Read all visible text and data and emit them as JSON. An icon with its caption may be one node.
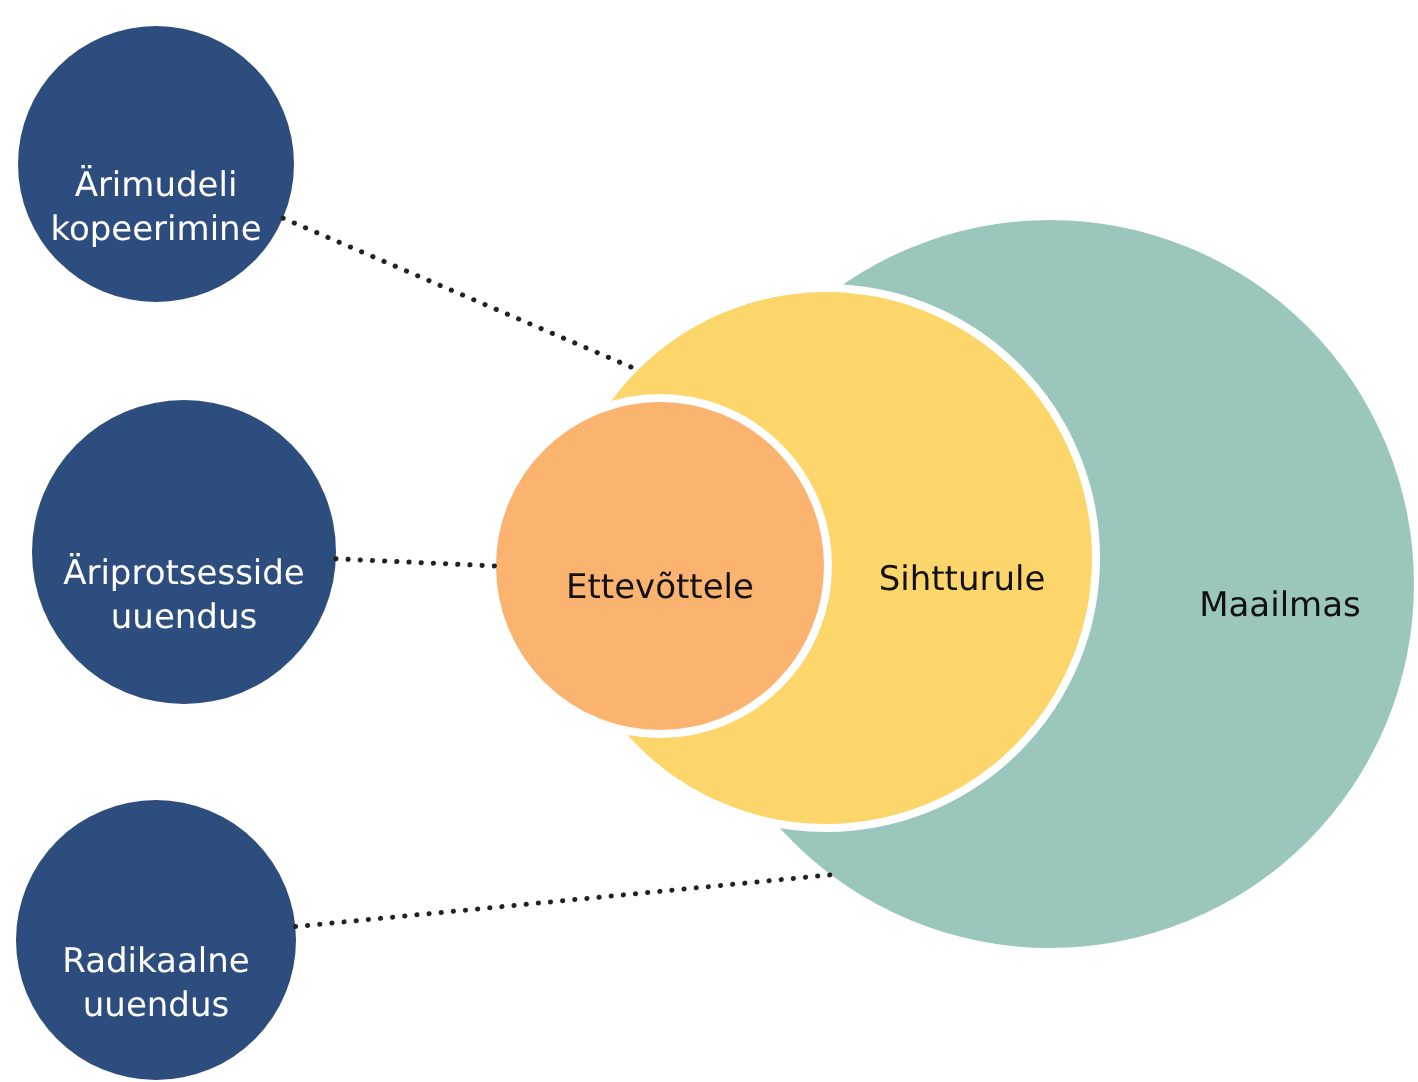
{
  "diagram": {
    "nodes": [
      {
        "text": [
          "Ärimudeli kopeerimine"
        ]
      },
      {
        "text": [
          "Äriprotsesside uuendus"
        ]
      },
      {
        "text": [
          "Radikaalne uuendus"
        ]
      },
      {
        "text": [
          "Maailmas"
        ]
      },
      {
        "text": [
          "Sihtturule"
        ]
      },
      {
        "text": [
          "Ettevõttele"
        ]
      }
    ],
    "edges": [
      {
        "from": 0,
        "to": 4,
        "arrow": "none",
        "style": "dashed"
      },
      {
        "from": 1,
        "to": 5,
        "arrow": "none",
        "style": "dashed"
      },
      {
        "from": 2,
        "to": 3,
        "arrow": "none",
        "style": "dashed"
      }
    ]
  }
}
